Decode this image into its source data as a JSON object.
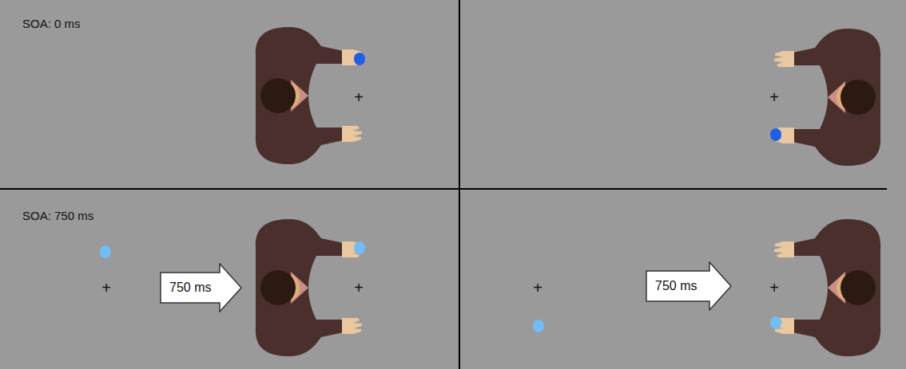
{
  "diagram": {
    "nodes": [
      {
        "text": [
          "750 ms"
        ]
      },
      {
        "text": [
          "750 ms"
        ]
      }
    ],
    "labels": [
      "SOA: 0 ms",
      "SOA: 750 ms",
      "+",
      "+",
      "+",
      "+",
      "+",
      "+"
    ]
  }
}
